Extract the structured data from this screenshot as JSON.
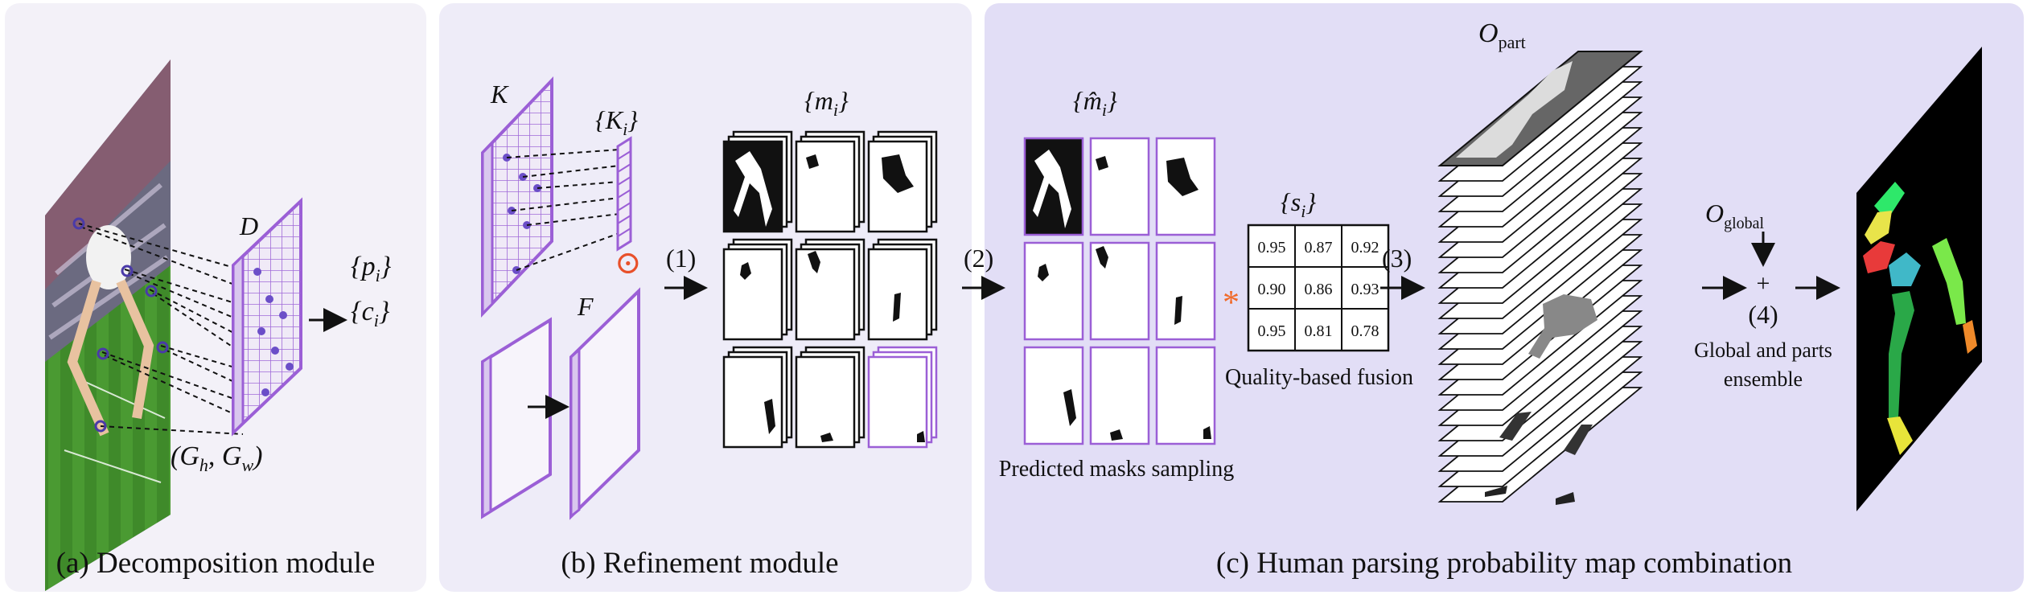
{
  "panels": [
    {
      "id": "a",
      "caption": "(a) Decomposition module",
      "bg": "#f3f1f8"
    },
    {
      "id": "b",
      "caption": "(b) Refinement module",
      "bg": "#eeecf8"
    },
    {
      "id": "c",
      "caption": "(c) Human parsing probability map combination",
      "bg": "#e2def6"
    }
  ],
  "labels": {
    "D": "D",
    "pi": "{p",
    "pi_sub": "i",
    "pi_close": "}",
    "ci": "{c",
    "ci_sub": "i",
    "ci_close": "}",
    "G": "(G",
    "G_h": "h",
    "G_mid": ", G",
    "G_w": "w",
    "G_close": ")",
    "K": "K",
    "Ki": "{K",
    "Ki_sub": "i",
    "Ki_close": "}",
    "F": "F",
    "odot": "⊙",
    "mi": "{m",
    "mi_sub": "i",
    "mi_close": "}",
    "mhat": "{m̂",
    "mhat_sub": "i",
    "mhat_close": "}",
    "step1": "(1)",
    "step2": "(2)",
    "step3": "(3)",
    "step4": "(4)",
    "si": "{s",
    "si_sub": "i",
    "si_close": "}",
    "star": "*",
    "quality_fusion": "Quality-based fusion",
    "predicted_sampling": "Predicted masks sampling",
    "O_part": "O",
    "O_part_sub": "part",
    "O_global": "O",
    "O_global_sub": "global",
    "plus": "+",
    "ensemble_line1": "Global and parts",
    "ensemble_line2": "ensemble"
  },
  "scores": [
    [
      "0.95",
      "0.87",
      "0.92"
    ],
    [
      "0.90",
      "0.86",
      "0.93"
    ],
    [
      "0.95",
      "0.81",
      "0.78"
    ]
  ],
  "colors": {
    "purple": "#9b5fd6",
    "purple_dark": "#7a44b8",
    "star": "#f06a2a",
    "odot": "#e8502a",
    "dot": "#4a3aa8"
  }
}
